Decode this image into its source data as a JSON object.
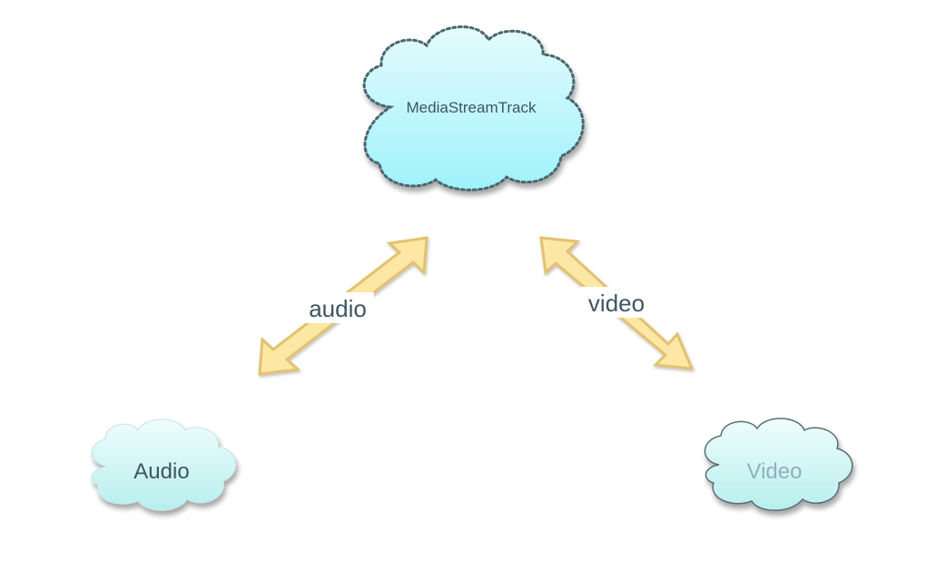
{
  "nodes": {
    "main": {
      "label": "MediaStreamTrack"
    },
    "audio": {
      "label": "Audio"
    },
    "video": {
      "label": "Video"
    }
  },
  "edges": {
    "audio": {
      "label": "audio"
    },
    "video": {
      "label": "video"
    }
  },
  "colors": {
    "cloud_top": "#e4fbfc",
    "cloud_bottom": "#9ff2fb",
    "small_cloud_top": "#eefdfc",
    "small_cloud_bottom": "#b8eeee",
    "dotted_outline": "#4a6670",
    "arrow_fill": "#fde7a5",
    "arrow_stroke": "#e2c271",
    "text_dark": "#3e5660",
    "text_video": "#8fb1bd"
  }
}
